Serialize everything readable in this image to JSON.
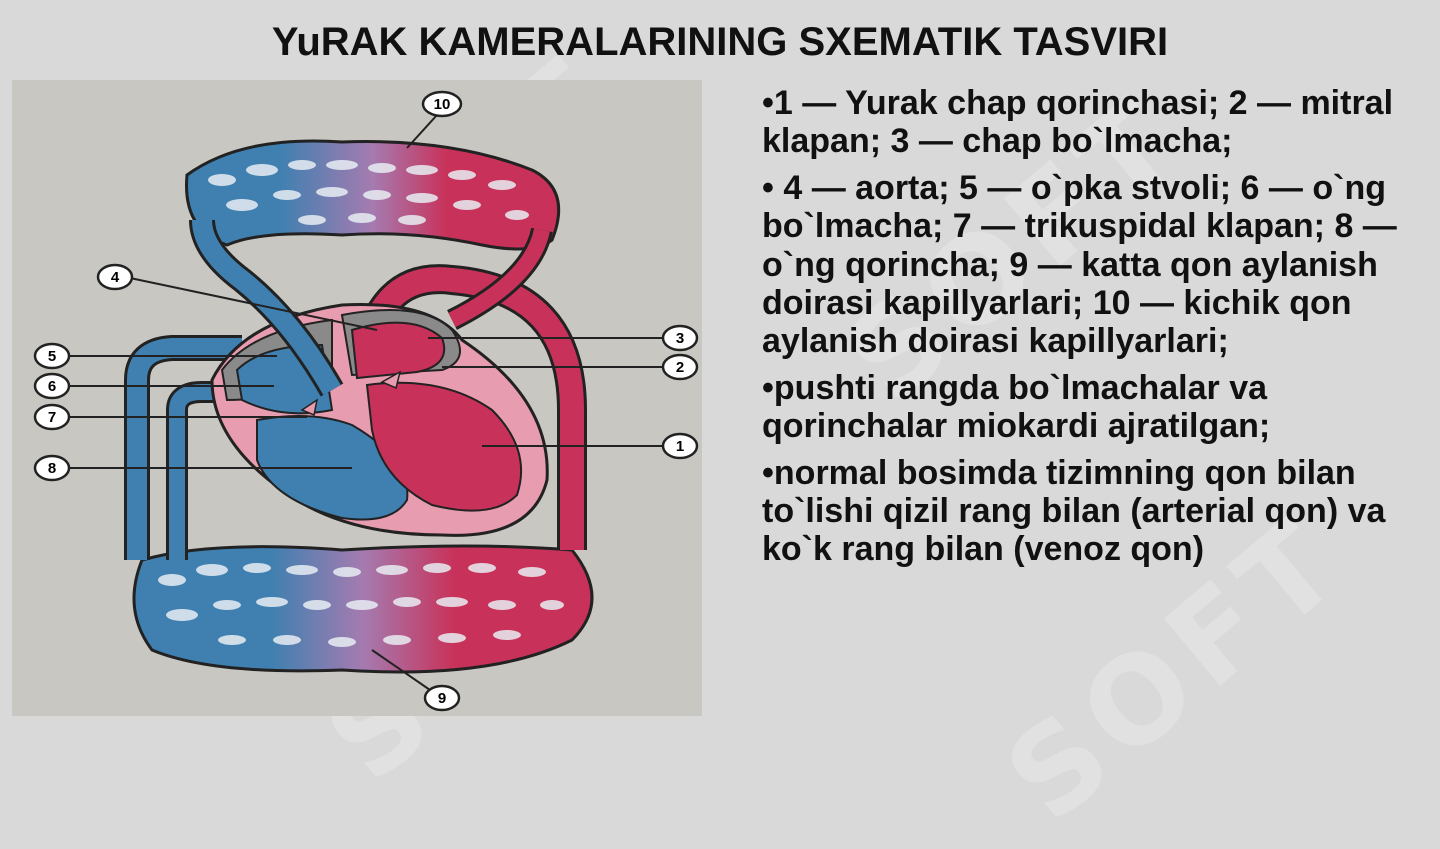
{
  "slide": {
    "title": "YuRAK KAMERALARINING SXEMATIK TASVIRI",
    "bullets": [
      "•1 — Yurak chap qorinchasi; 2 — mitral klapan; 3 — chap bo`lmacha;",
      "• 4 — aorta; 5 — o`pka stvoli; 6 — o`ng bo`lmacha; 7 — trikuspidal klapan; 8 — o`ng qorincha; 9 — katta qon aylanish doirasi kapillyarlari; 10 — kichik qon aylanish doirasi kapillyarlari;",
      "•pushti rangda bo`lmachalar va qorinchalar miokardi ajratilgan;",
      "•normal bosimda tizimning qon bilan to`lishi qizil rang bilan (arterial qon) va ko`k rang bilan (venoz qon)"
    ]
  },
  "diagram": {
    "labels": [
      "1",
      "2",
      "3",
      "4",
      "5",
      "6",
      "7",
      "8",
      "9",
      "10"
    ]
  },
  "colors": {
    "arterial": "#c8325a",
    "venous": "#3f80b0",
    "myocardium": "#e89cb0",
    "mixed": "#a57bb0"
  }
}
